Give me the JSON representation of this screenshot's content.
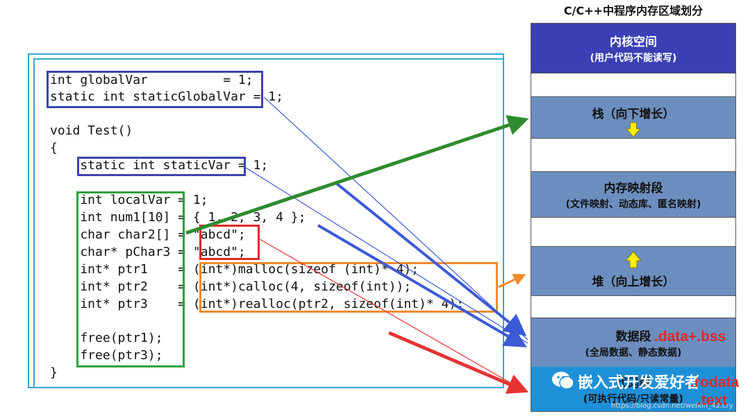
{
  "memory_title": "C/C++中程序内存区域划分",
  "code_lines": [
    "int globalVar          = 1;",
    "static int staticGlobalVar = 1;",
    "",
    "void Test()",
    "{",
    "    static int staticVar = 1;",
    "",
    "    int localVar = 1;",
    "    int num1[10] = { 1, 2, 3, 4 };",
    "    char char2[] = \"abcd\";",
    "    char* pChar3 = \"abcd\";",
    "    int* ptr1    = (int*)malloc(sizeof (int)* 4);",
    "    int* ptr2    = (int*)calloc(4, sizeof(int));",
    "    int* ptr3    = (int*)realloc(ptr2, sizeof(int)* 4);",
    "",
    "    free(ptr1);",
    "    free(ptr3);",
    "}"
  ],
  "segments": {
    "kernel": {
      "title": "内核空间",
      "sub": "(用户代码不能读写)",
      "color": "#3a40b4"
    },
    "stack": {
      "title": "栈（向下增长）",
      "color": "#6c8ebf"
    },
    "mmap": {
      "title": "内存映射段",
      "sub": "(文件映射、动态库、匿名映射)",
      "color": "#6c8ebf"
    },
    "heap": {
      "title": "堆（向上增长）",
      "color": "#6c8ebf"
    },
    "data": {
      "title": "数据段",
      "sub": "(全局数据、静态数据)",
      "color": "#6c8ebf"
    },
    "code": {
      "title": "代码段",
      "sub": "(可执行代码/只读常量)",
      "color": "#1e90d8"
    }
  },
  "labels": {
    "data_bss": ".data+.bss",
    "rodata": ".rodata",
    "text": ".text"
  },
  "watermark": {
    "text": "嵌入式开发爱好者",
    "url": "https://blog.csdn.net/weixin_42.cry"
  },
  "colors": {
    "blue": "#3c44ae",
    "green": "#2e8b2e",
    "red": "#e83232",
    "orange": "#f08a2a",
    "yellow": "#ffee00"
  }
}
